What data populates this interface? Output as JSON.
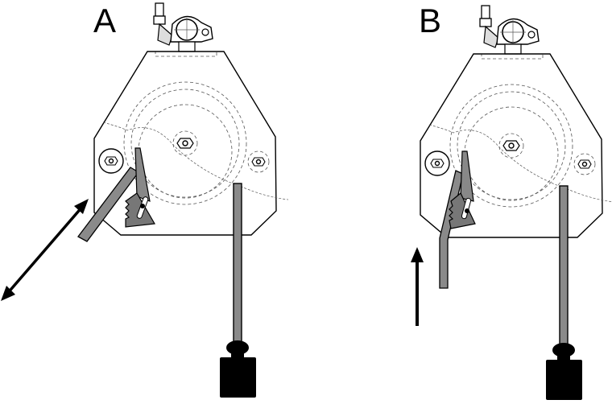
{
  "panels": [
    {
      "label": "A",
      "state": "rope pulled out / released (double arrow)"
    },
    {
      "label": "B",
      "state": "rope locked, pulled upward (single arrow)"
    }
  ],
  "colors": {
    "rope": "#8a8a8a",
    "pawl": "#777777",
    "weight": "#000000",
    "lines": "#000000"
  }
}
